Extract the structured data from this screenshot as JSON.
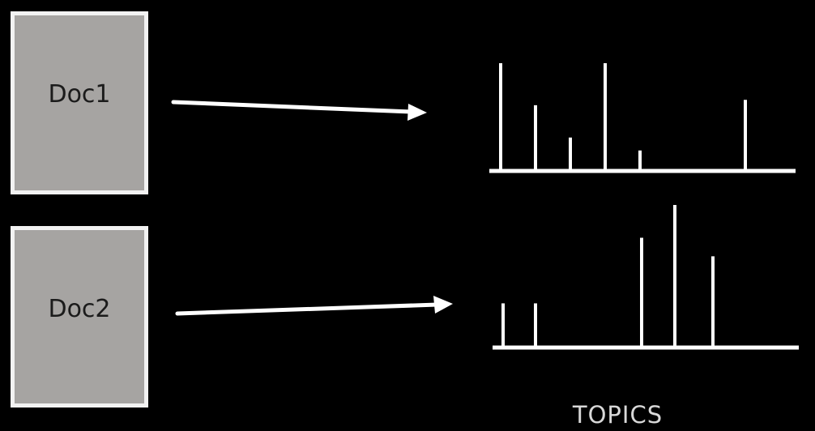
{
  "documents": {
    "doc1": "Doc1",
    "doc2": "Doc2"
  },
  "topics_label": "TOPICS",
  "colors": {
    "background": "#000000",
    "doc_fill": "#a6a4a2",
    "doc_border": "#f2f2f2",
    "lines": "#ffffff"
  },
  "chart_data": [
    {
      "type": "bar",
      "document": "Doc1",
      "values": [
        1.0,
        0.61,
        0.31,
        1.0,
        0.19,
        0,
        0.66
      ]
    },
    {
      "type": "bar",
      "document": "Doc2",
      "values": [
        0.31,
        0.31,
        0,
        0.77,
        1.0,
        0.64
      ]
    }
  ]
}
